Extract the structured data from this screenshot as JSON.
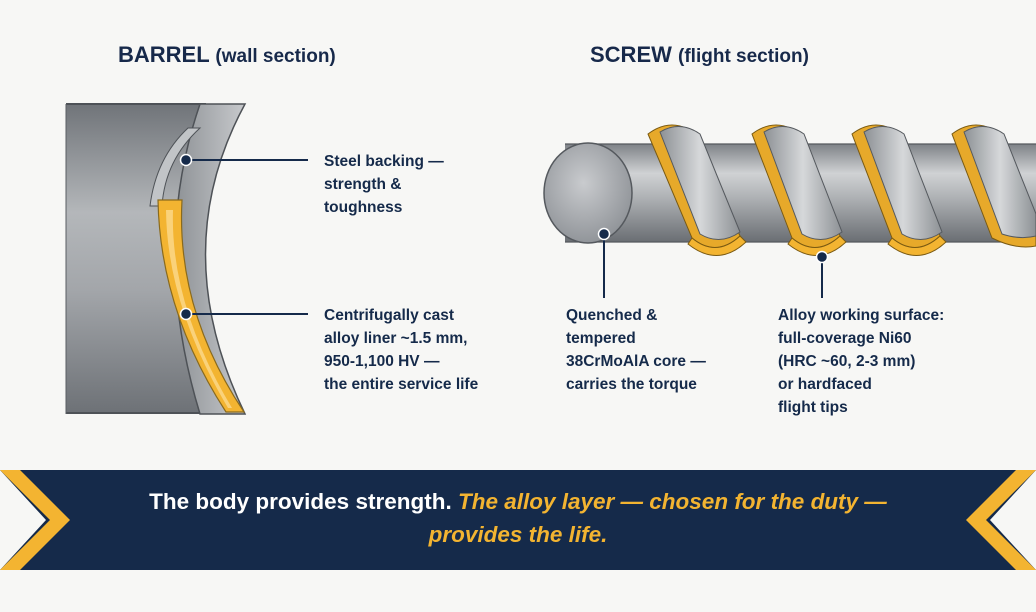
{
  "barrel": {
    "title": "BARREL",
    "subtitle": "(wall section)",
    "labels": {
      "steel_backing": [
        "Steel backing —",
        "strength &",
        "toughness"
      ],
      "alloy_liner": [
        "Centrifugally cast",
        "alloy liner ~1.5 mm,",
        "950-1,100 HV —",
        "the entire service life"
      ]
    }
  },
  "screw": {
    "title": "SCREW",
    "subtitle": "(flight section)",
    "labels": {
      "core": [
        "Quenched &",
        "tempered",
        "38CrMoAlA core —",
        "carries the torque"
      ],
      "working_surface": [
        "Alloy working surface:",
        "full-coverage Ni60",
        "(HRC ~60, 2-3 mm)",
        "or hardfaced",
        "flight tips"
      ]
    }
  },
  "banner": {
    "line1_plain": "The body provides strength.",
    "line1_accent": "The alloy layer — chosen for the duty —",
    "line2_accent": "provides the life."
  },
  "colors": {
    "navy": "#152a4a",
    "gold": "#f3b431",
    "steel": "#9a9ea3"
  }
}
